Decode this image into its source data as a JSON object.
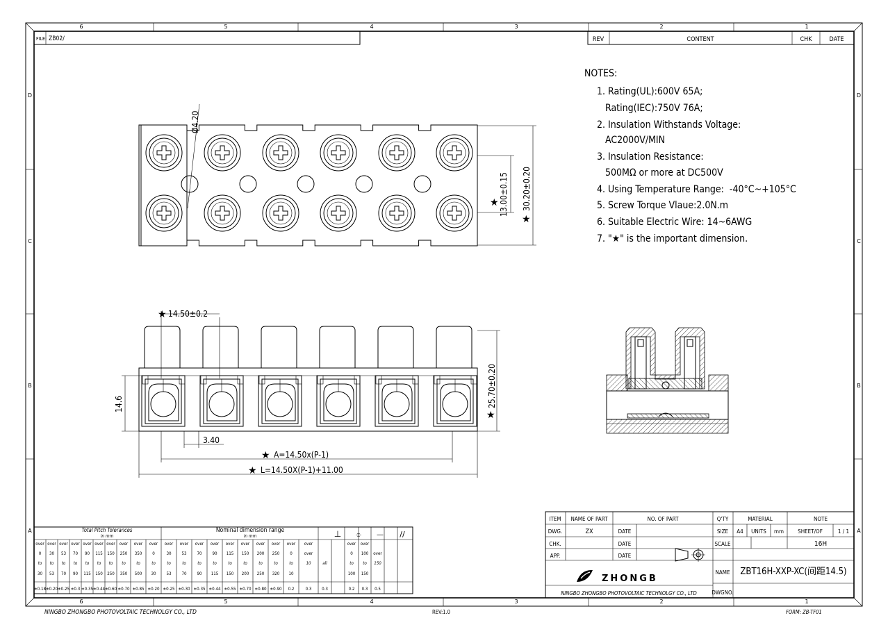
{
  "border": {
    "top_zones": [
      "6",
      "5",
      "4",
      "3",
      "2",
      "1"
    ],
    "bottom_zones": [
      "6",
      "5",
      "4",
      "3",
      "2",
      "1"
    ],
    "left_rows": [
      "D",
      "C",
      "B",
      "A"
    ],
    "right_rows": [
      "D",
      "C",
      "B",
      "A"
    ]
  },
  "file": {
    "label": "FILE:",
    "value": "ZB02/"
  },
  "revision_block": {
    "rev": "REV",
    "content": "CONTENT",
    "chk": "CHK",
    "date": "DATE"
  },
  "notes": {
    "heading": "NOTES:",
    "lines": [
      "1. Rating(UL):600V 65A;",
      "   Rating(IEC):750V 76A;",
      "2. Insulation Withstands Voltage:",
      "   AC2000V/MIN",
      "3. Insulation Resistance:",
      "   500MΩ or more at DC500V",
      "4. Using Temperature Range:  -40°C~+105°C",
      "5. Screw Torque Vlaue:2.0N.m",
      "6. Suitable Electric Wire: 14~6AWG",
      "7. \"★\" is the important dimension."
    ]
  },
  "dimensions": {
    "hole_dia": "Ø4.20",
    "pitch_height": "13.00±0.15",
    "total_height": "30.20±0.20",
    "pitch": "14.50±0.2",
    "body_height": "14.6",
    "tab_height": "25.70±0.20",
    "gap": "3.40",
    "dim_a": "A=14.50x(P-1)",
    "dim_l": "L=14.50X(P-1)+11.00",
    "star": "★"
  },
  "tolerance_table": {
    "pitch_title": "Total Pitch Tolerances",
    "pitch_unit": "in mm",
    "nominal_title": "Nominal dimension range",
    "nominal_unit": "in mm",
    "geo_symbols": [
      "⊥",
      "⌯",
      "—",
      "//"
    ],
    "row_over": [
      "over",
      "over",
      "over",
      "over",
      "over",
      "over",
      "over",
      "over",
      "over",
      "over",
      "over",
      "over",
      "over",
      "over",
      "over",
      "over",
      "over",
      "over",
      "over",
      "over",
      "",
      "",
      "over",
      "over",
      ""
    ],
    "row_from": [
      "0",
      "30",
      "53",
      "70",
      "90",
      "115",
      "150",
      "250",
      "350",
      "0",
      "30",
      "53",
      "70",
      "90",
      "115",
      "150",
      "200",
      "250",
      "0",
      "over",
      "",
      "",
      "0",
      "100",
      "over"
    ],
    "row_to": [
      "to",
      "to",
      "to",
      "to",
      "to",
      "to",
      "to",
      "to",
      "to",
      "to",
      "to",
      "to",
      "to",
      "to",
      "to",
      "to",
      "to",
      "to",
      "to",
      "10",
      "all",
      "",
      "to",
      "to",
      "150"
    ],
    "row_end": [
      "30",
      "53",
      "70",
      "90",
      "115",
      "150",
      "250",
      "350",
      "500",
      "30",
      "53",
      "70",
      "90",
      "115",
      "150",
      "200",
      "250",
      "320",
      "10",
      "",
      "",
      "",
      "100",
      "150",
      ""
    ],
    "row_tol": [
      "±0.18",
      "±0.20",
      "±0.25",
      "±0.3",
      "±0.35",
      "±0.44",
      "±0.60",
      "±0.70",
      "±0.85",
      "±0.20",
      "±0.25",
      "±0.30",
      "±0.35",
      "±0.44",
      "±0.55",
      "±0.70",
      "±0.80",
      "±0.90",
      "0.2",
      "0.3",
      "0.3",
      "",
      "0.2",
      "0.3",
      "0.5"
    ]
  },
  "title_block": {
    "item": "ITEM",
    "name_of_part": "NAME OF PART",
    "no_of_part": "NO. OF PART",
    "qty": "Q'TY",
    "material": "MATERIAL",
    "note": "NOTE",
    "dwg": "DWG.",
    "dwg_value": "ZX",
    "date": "DATE",
    "chk": "CHK.",
    "app": "APP.",
    "size": "SIZE",
    "size_value": "A4",
    "units": "UNITS",
    "units_value": "mm",
    "sheet": "SHEET/OF",
    "sheet_value": "1 / 1",
    "scale": "SCALE",
    "scale_value": "16H",
    "name": "NAME",
    "name_value": "ZBT16H-XXP-XC(间距14.5)",
    "dwgno": "DWGNO.",
    "brand": "ZHONGB",
    "company_line": "NINGBO ZHONGBO PHOTOVOLTAIC TECHNOLGY CO., LTD"
  },
  "footer": {
    "company": "NINGBO ZHONGBO PHOTOVOLTAIC TECHNOLGY CO., LTD",
    "rev": "REV:1.0",
    "form": "FORM: ZB-TF01"
  }
}
